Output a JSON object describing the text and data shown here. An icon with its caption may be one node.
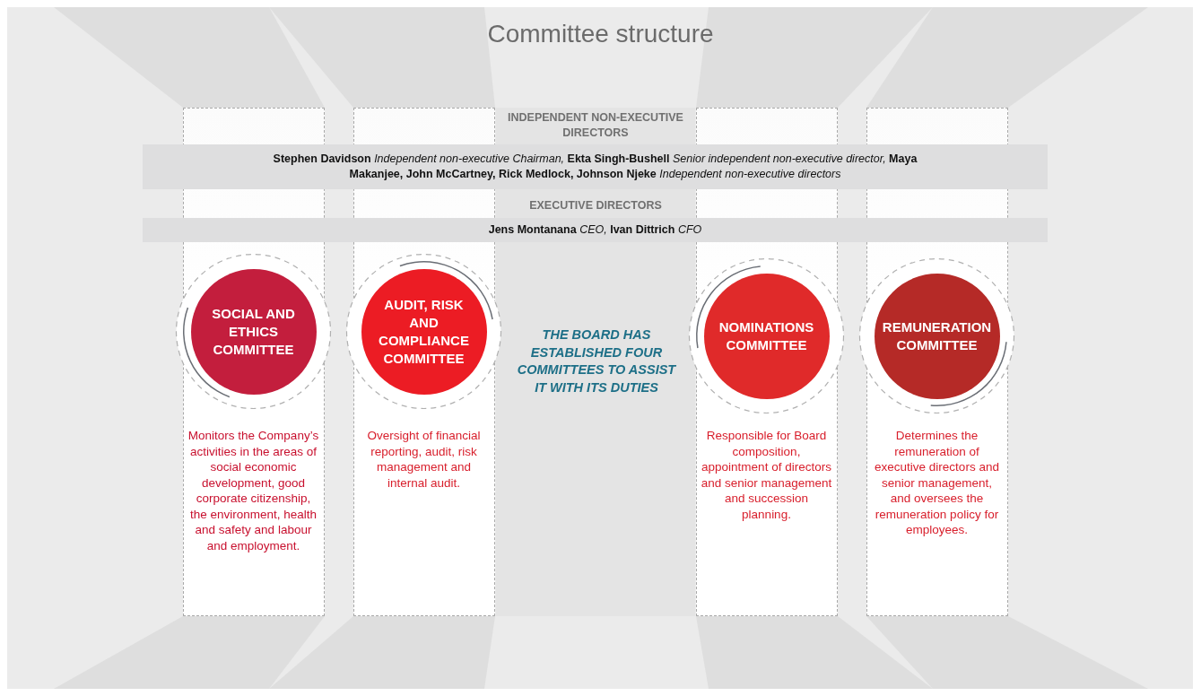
{
  "diagram": {
    "title": "Committee structure",
    "nodes": [
      {
        "text": [
          "INDEPENDENT NON-EXECUTIVE DIRECTORS",
          "**Stephen Davidson** *Independent non-executive Chairman,* **Ekta Singh-Bushell** *Senior independent non-executive director,* **Maya Makanjee, John McCartney, Rick Medlock, Johnson Njeke** *Independent non-executive directors*"
        ]
      },
      {
        "text": [
          "EXECUTIVE DIRECTORS",
          "**Jens Montanana** *CEO,* **Ivan Dittrich** *CFO*"
        ]
      },
      {
        "text": [
          "Monitors the Company’s activities in the areas of social economic development, good corporate citizenship, the environment, health and safety and labour and employment."
        ]
      },
      {
        "text": [
          "SOCIAL AND ETHICS COMMITTEE"
        ],
        "in": 2
      },
      {
        "text": [
          "Oversight of financial reporting, audit, risk management and internal audit."
        ]
      },
      {
        "text": [
          "AUDIT, RISK AND COMPLIANCE COMMITTEE"
        ],
        "in": 4
      },
      {
        "text": [
          "Responsible for Board composition, appointment of directors and senior management and succession planning."
        ]
      },
      {
        "text": [
          "NOMINATIONS COMMITTEE"
        ],
        "in": 6
      },
      {
        "text": [
          "Determines the remuneration of executive directors and senior management, and oversees the remuneration policy for employees."
        ]
      },
      {
        "text": [
          "REMUNERATION COMMITTEE"
        ],
        "in": 8
      }
    ],
    "edges": [],
    "labels": [
      "THE BOARD HAS ESTABLISHED FOUR COMMITTEES TO ASSIST IT WITH ITS DUTIES"
    ]
  }
}
